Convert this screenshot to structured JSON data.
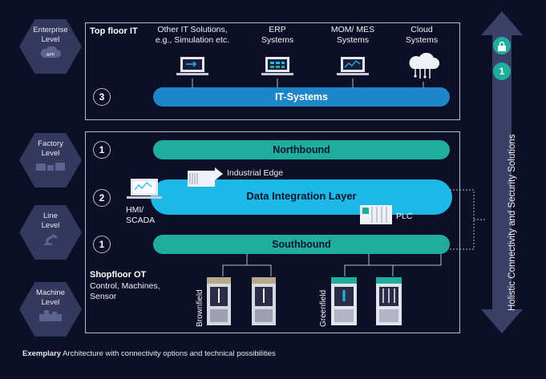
{
  "levels": {
    "enterprise": "Enterprise Level",
    "enterprise_icon_text": "APP",
    "factory": "Factory Level",
    "line": "Line Level",
    "machine": "Machine Level"
  },
  "top_floor": {
    "title": "Top floor IT",
    "systems": [
      {
        "label": "Other IT Solutions, e.g., Simulation etc.",
        "icon": "laptop-arrow-icon"
      },
      {
        "label": "ERP Systems",
        "icon": "laptop-grid-icon"
      },
      {
        "label": "MOM/ MES Systems",
        "icon": "laptop-chart-icon"
      },
      {
        "label": "Cloud Systems",
        "icon": "cloud-icon"
      }
    ],
    "it_number": "3",
    "it_bar": "IT-Systems"
  },
  "shopfloor": {
    "northbound_number": "1",
    "northbound": "Northbound",
    "dil_number": "2",
    "data_integration": "Data Integration Layer",
    "industrial_edge": "Industrial Edge",
    "hmi": "HMI/ SCADA",
    "plc": "PLC",
    "southbound_number": "1",
    "southbound": "Southbound",
    "shopfloor_title": "Shopfloor OT",
    "shopfloor_desc": "Control, Machines, Sensor",
    "brownfield": "Brownfield",
    "greenfield": "Greenfield"
  },
  "side": {
    "lock_icon": "lock-icon",
    "number": "1",
    "label": "Holistic Connectivity and Security Solutions"
  },
  "caption": {
    "bold": "Exemplary",
    "rest": " Architecture with connectivity options and technical possibilities"
  },
  "colors": {
    "background": "#0d0f26",
    "teal": "#1fae9e",
    "blue": "#1e86c8",
    "cyan": "#1eb8e6",
    "hex": "#33385c"
  }
}
